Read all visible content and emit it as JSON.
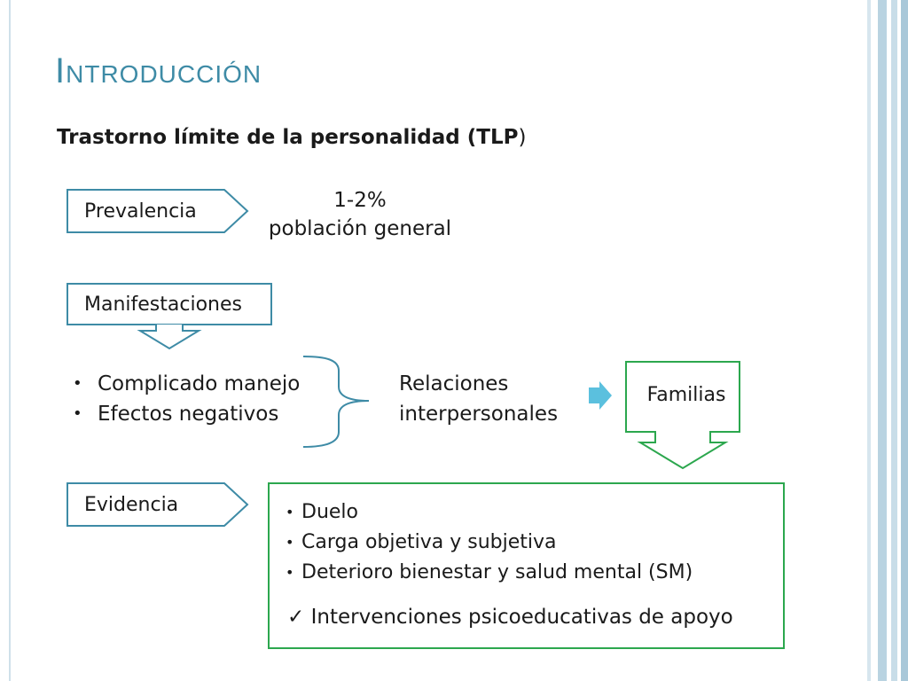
{
  "title": "Introducción",
  "subtitle": {
    "main": "Trastorno límite de la personalidad (TLP",
    "close": ")"
  },
  "prevalencia": {
    "label": "Prevalencia",
    "value_line1": "1-2%",
    "value_line2": "población general"
  },
  "manifestaciones": {
    "label": "Manifestaciones",
    "items": [
      "Complicado manejo",
      "Efectos negativos"
    ],
    "result_line1": "Relaciones",
    "result_line2": "interpersonales"
  },
  "familias": {
    "label": "Familias"
  },
  "evidencia": {
    "label": "Evidencia",
    "items": [
      "Duelo",
      "Carga objetiva y subjetiva",
      "Deterioro bienestar y salud mental (SM)"
    ],
    "check_glyph": "✓",
    "conclusion": "Intervenciones psicoeducativas de apoyo"
  },
  "colors": {
    "title": "#3e8ba6",
    "box_border": "#3e8ba6",
    "green": "#2ca74e",
    "arrow": "#5bc0de",
    "brace": "#3e8ba6"
  }
}
